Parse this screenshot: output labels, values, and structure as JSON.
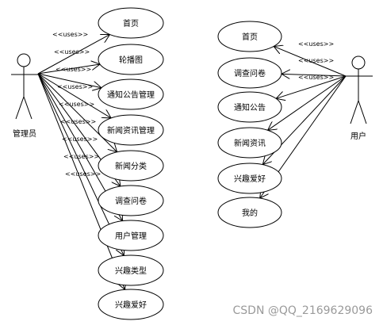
{
  "stereotype": "<<uses>>",
  "actors": {
    "admin": {
      "label": "管理员"
    },
    "user": {
      "label": "用户"
    }
  },
  "admin_usecases": [
    "首页",
    "轮播图",
    "通知公告管理",
    "新闻资讯管理",
    "新闻分类",
    "调查问卷",
    "用户管理",
    "兴趣类型",
    "兴趣爱好"
  ],
  "user_usecases": [
    "首页",
    "调查问卷",
    "通知公告",
    "新闻资讯",
    "兴趣爱好",
    "我的"
  ],
  "watermark": "CSDN @QQ_2169629096",
  "colors": {
    "line": "#000000",
    "watermark": "#9a9a9a",
    "background": "#ffffff"
  }
}
